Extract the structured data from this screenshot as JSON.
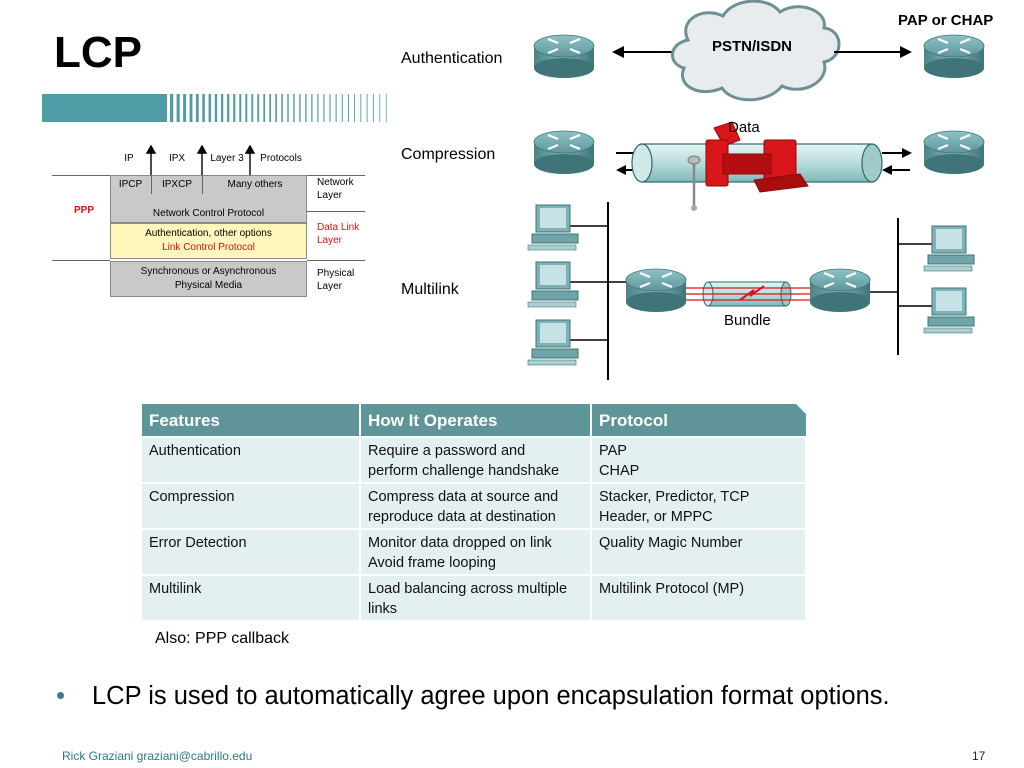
{
  "title": "LCP",
  "stack": {
    "ppp_label": "PPP",
    "upper_labels": [
      "IP",
      "IPX",
      "Layer 3",
      "Protocols"
    ],
    "ncp_row": [
      "IPCP",
      "IPXCP",
      "Many others"
    ],
    "ncp_label": "Network Control Protocol",
    "lcp_line1": "Authentication, other options",
    "lcp_line2": "Link Control Protocol",
    "phys_line1": "Synchronous or Asynchronous",
    "phys_line2": "Physical Media",
    "layers": {
      "network": [
        "Network",
        "Layer"
      ],
      "datalink": [
        "Data Link",
        "Layer"
      ],
      "physical": [
        "Physical",
        "Layer"
      ]
    }
  },
  "diagram": {
    "authentication_label": "Authentication",
    "cloud_label": "PSTN/ISDN",
    "pap_chap_label": "PAP or CHAP",
    "compression_label": "Compression",
    "data_label": "Data",
    "multilink_label": "Multilink",
    "bundle_label": "Bundle"
  },
  "table": {
    "headers": [
      "Features",
      "How It Operates",
      "Protocol"
    ],
    "rows": [
      {
        "feature": "Authentication",
        "operates": [
          "Require a password and",
          "perform challenge handshake"
        ],
        "protocol": [
          "PAP",
          "CHAP"
        ]
      },
      {
        "feature": "Compression",
        "operates": [
          "Compress data at source and",
          "reproduce data at destination"
        ],
        "protocol": [
          "Stacker, Predictor, TCP",
          "Header, or MPPC"
        ]
      },
      {
        "feature": "Error Detection",
        "operates": [
          "Monitor data dropped on link",
          "Avoid frame looping"
        ],
        "protocol": [
          "Quality Magic Number",
          ""
        ]
      },
      {
        "feature": "Multilink",
        "operates": [
          "Load balancing across multiple",
          "links"
        ],
        "protocol": [
          "Multilink Protocol (MP)",
          ""
        ]
      }
    ]
  },
  "also": "Also:  PPP callback",
  "bullet": "LCP is used to automatically agree upon encapsulation format options.",
  "footer": "Rick Graziani  graziani@cabrillo.edu",
  "page_number": "17",
  "colors": {
    "teal_header": "#5f9498",
    "table_cell": "#e3eff0",
    "accent_red": "#e01010"
  }
}
